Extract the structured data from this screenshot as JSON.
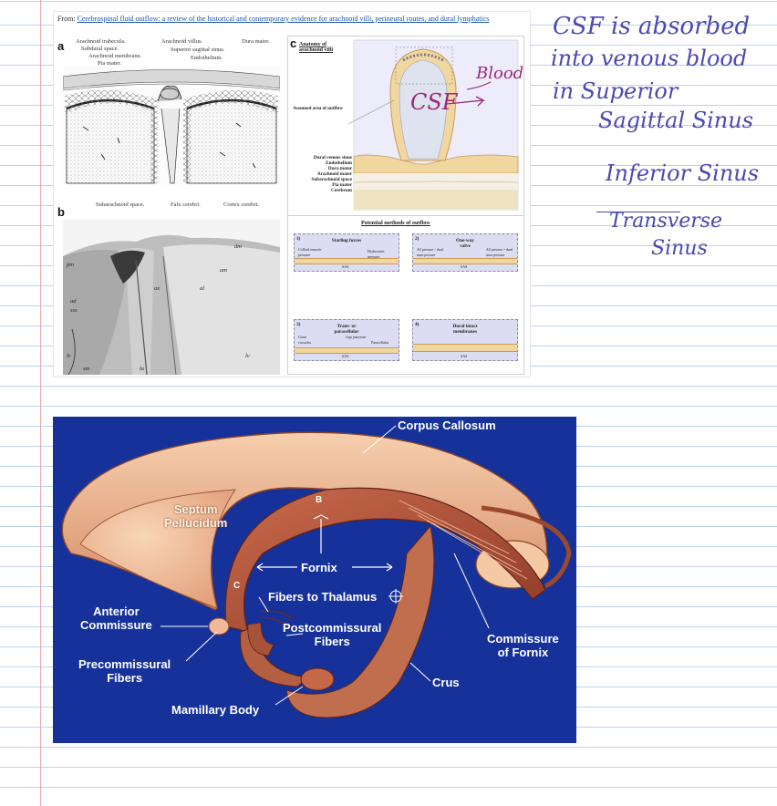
{
  "figure": {
    "source_prefix": "From:",
    "source_title": "Cerebrospinal fluid outflow: a review of the historical and contemporary evidence for arachnoid villi, perineural routes, and dural lymphatics",
    "panel_a": {
      "letter": "a",
      "labels": {
        "arachnoid_trabecula": "Arachnoid trabecula.",
        "subdural_space": "Subdural space.",
        "arachnoid_membrane": "Arachnoid membrane.",
        "pia_mater": "Pia mater.",
        "arachnoid_villus": "Arachnoid villus.",
        "superior_sagittal_sinus": "Superior sagittal sinus.",
        "endothelium": "Endothelium.",
        "dura_mater": "Dura mater.",
        "subarachnoid_space": "Subarachnoid space.",
        "falx_cerebri": "Falx cerebri.",
        "cortex_cerebri": "Cortex cerebri."
      }
    },
    "panel_b": {
      "letter": "b",
      "labels": {
        "dm": "dm",
        "pm": "pm",
        "ad": "ad",
        "sss": "sss",
        "ax": "ax",
        "al": "al",
        "am": "am",
        "lv": "lv",
        "sm": "sm",
        "la": "la",
        "lv2": "lv"
      }
    },
    "panel_c": {
      "letter": "c",
      "title": "Anatomy of arachnoid villi",
      "assumed_area": "Assumed area of outflow",
      "left_labels": [
        "Dural venous sinus",
        "Endothelium",
        "Dura mater",
        "Arachnoid mater",
        "Subarachnoid space",
        "Pia mater",
        "Cerebrum"
      ],
      "methods_title": "Potential methods of outflow",
      "methods": [
        {
          "num": "1)",
          "title": "Starling forces",
          "left": "Colloid osmotic pressure",
          "right": "Hydrostatic pressure",
          "bottom": "SAS"
        },
        {
          "num": "2)",
          "title": "One-way valve",
          "left": "AG pressure > dural sinus pressure",
          "right": "AG pressure = dural sinus pressure",
          "bottom": "SAS"
        },
        {
          "num": "3)",
          "title": "Trans- or paracellular",
          "left": "Giant vacuoles",
          "right": "Gap junctions",
          "extra": "Paracellular",
          "bottom": "SAS"
        },
        {
          "num": "4)",
          "title": "Dural intact membranes",
          "bottom": "SAS"
        }
      ],
      "annotations": {
        "blood": "Blood",
        "csf": "CSF"
      }
    }
  },
  "handwritten_notes": {
    "line1": "CSF is absorbed",
    "line2": "into venous blood",
    "line3": "in Superior",
    "line4": "Sagittal Sinus",
    "line5": "Inferior Sinus",
    "line6": "Transverse",
    "line7": "Sinus"
  },
  "fornix_diagram": {
    "labels": {
      "corpus_callosum": "Corpus Callosum",
      "septum_pellucidum": "Septum\nPellucidum",
      "fornix": "Fornix",
      "fibers_to_thalamus": "Fibers to Thalamus",
      "anterior_commissure": "Anterior\nCommissure",
      "postcommissural_fibers": "Postcommissural\nFibers",
      "precommissural_fibers": "Precommissural\nFibers",
      "mamillary_body": "Mamillary Body",
      "crus": "Crus",
      "commissure_of_fornix": "Commissure\nof Fornix",
      "letter_b": "B",
      "letter_c": "C"
    },
    "colors": {
      "background": "#16319a",
      "tissue": "#d88a62",
      "tissue_light": "#f2c09a"
    }
  }
}
